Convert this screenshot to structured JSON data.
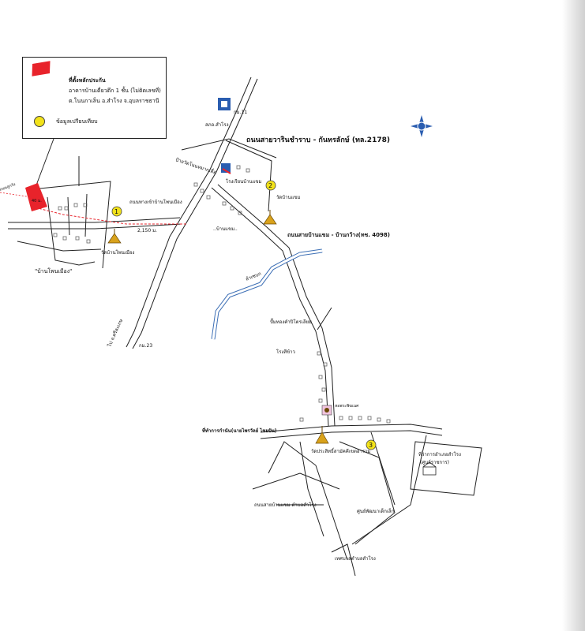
{
  "legend": {
    "site_title": "ที่ตั้งหลักประกัน",
    "site_desc1": "อาคารบ้านเดี่ยวตึก 1 ชั้น (ไม่ติดเลขที่)",
    "site_desc2": "ต.โนนกาเล็น อ.สำโรง จ.อุบลราชธานี",
    "compare": "ข้อมูลเปรียบเทียบ",
    "site_color": "#e8232b",
    "compare_color": "#f2e21a"
  },
  "labels": {
    "road_main": "ถนนสายวารินชำราบ - กันทรลักษ์ (ทล.2178)",
    "road_km11": "กม.11",
    "police": "สภอ.สำโรง",
    "village_sign": "ป้ายวัดโนนหมากเดื่อ",
    "school": "โรงเรียนบ้านแขม",
    "temple_kham": "วัดบ้านแขม",
    "ban_kham": "..บ้านแขม..",
    "road_side": "ถนนทางเข้าบ้านโพนเมือง",
    "distance": "2,150 ม.",
    "temple_phon": "วัดบ้านโพนเมือง",
    "ban_phon": "\"บ้านโพนเมือง\"",
    "road_4098": "ถนนสายบ้านแขม - บ้านกว้าง(ทช. 4098)",
    "stream": "ลำเซบก",
    "bridge": "ปั๊มทองคำปิโตรเลียม",
    "rice_mill": "โรงสีข้าว",
    "km23": "กม.23",
    "sisaket": "ไป จ.ศรีสะเกษ",
    "site_width": "40 ม.",
    "site_road": "ถนนลูกรัง",
    "health": "หอพระพิฆเนศ",
    "district_temple": "วัดประสิทธิ์สามัคคีเขตอาราม",
    "district_office": "ที่ว่าการอำเภอสำโรง",
    "court": "(ศูนย์ราชการ)",
    "market_label": "ที่ทำการกำนัน(นายไพรวัลย์ ไชยปัน)",
    "hospital": "ศูนย์พัฒนาเด็กเล็ก",
    "road_bottom": "ถนนสายบ้านแขม ตำบลสำโรง",
    "road_bottom2": "เทศบาลตำบลสำโรง"
  },
  "markers": [
    "1",
    "2",
    "3"
  ],
  "icons": [
    "compass-icon",
    "police-icon",
    "temple-icon",
    "school-icon",
    "government-icon"
  ]
}
